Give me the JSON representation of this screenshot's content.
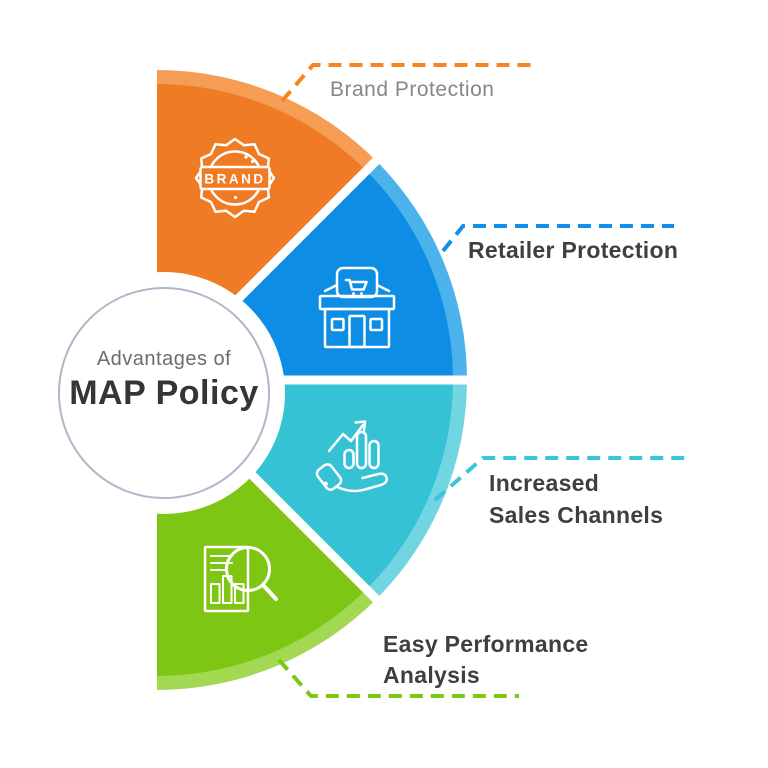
{
  "title": {
    "line1": "Advantages of",
    "line2": "MAP Policy"
  },
  "circle": {
    "border_color": "#aeb8c8"
  },
  "segments": [
    {
      "id": "brand-protection",
      "label": "Brand Protection",
      "color": "#F07B25",
      "color_light": "#F59C55",
      "line_color": "#F6851F",
      "badge_text": "BRAND"
    },
    {
      "id": "retailer-protection",
      "label": "Retailer Protection",
      "color": "#0D8EE4",
      "color_light": "#4BB2EC",
      "line_color": "#1090E8"
    },
    {
      "id": "increased-sales-channels",
      "label": "Increased",
      "label2": "Sales Channels",
      "color": "#35C2D5",
      "color_light": "#72D6E2",
      "line_color": "#39C6D8"
    },
    {
      "id": "easy-performance-analysis",
      "label": "Easy Performance",
      "label2": "Analysis",
      "color": "#7DC614",
      "color_light": "#A3D853",
      "line_color": "#7DC614"
    }
  ]
}
